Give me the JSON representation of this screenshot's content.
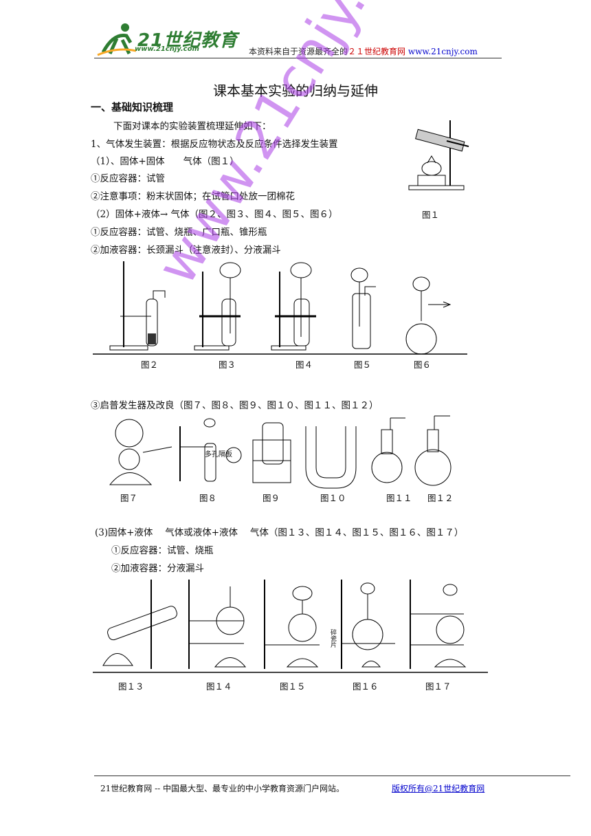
{
  "header": {
    "logo_text": "21世纪教育",
    "logo_url": "www.21cnjy.com",
    "note_prefix": "本资料来自于资源最齐全的",
    "note_site": "２１世纪教育网",
    "note_url": "www.21cnjy.com"
  },
  "title": "课本基本实验的归纳与延伸",
  "section1": "一、基础知识梳理",
  "lines": {
    "intro": "下面对课本的实验装置梳理延伸如下：",
    "l1": "1、气体发生装置：根据反应物状态及反应条件选择发生装置",
    "l2": "（1）、固体+固体　　气体（图１）",
    "l3": "①反应容器：试管",
    "l4": "②注意事项：粉末状固体；在试管口处放一团棉花",
    "l5": "（2）固体+液体→ 气体（图２、图３、图４、图５、图６）",
    "l6": "①反应容器：试管、烧瓶、广口瓶、锥形瓶",
    "l7": "②加液容器：长颈漏斗（注意液封）、分液漏斗",
    "l8": "③启普发生器及改良（图７、图８、图９、图１０、图１１、图１２）",
    "l9": "(3)固体+液体　 气体或液体+液体　 气体（图１３、图１４、图１５、图１６、图１７）",
    "l10": "①反应容器：试管、烧瓶",
    "l11": "②加液容器：分液漏斗"
  },
  "captions": {
    "f1": "图１",
    "row1": [
      "图２",
      "图３",
      "图４",
      "图５",
      "图６"
    ],
    "row2": [
      "图７",
      "图８",
      "图９",
      "图１０",
      "图１１",
      "图１２"
    ],
    "row3": [
      "图１３",
      "图１４",
      "图１５",
      "图１６",
      "图１７"
    ],
    "label_plate": "多孔隔板",
    "label_16": "碎瓷片"
  },
  "watermark": "www.21cnjy.com",
  "footer": {
    "left": "21世纪教育网 -- 中国最大型、最专业的中小学教育资源门户网站。",
    "right": "版权所有@21世纪教育网"
  }
}
